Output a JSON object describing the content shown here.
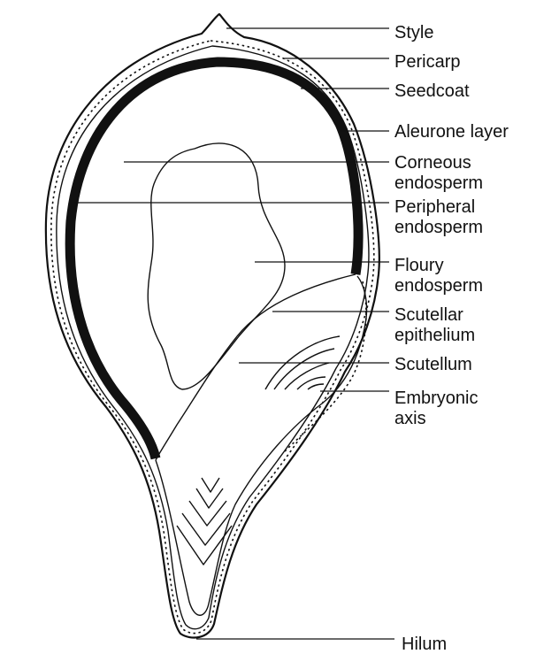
{
  "labels": {
    "style": "Style",
    "pericarp": "Pericarp",
    "seedcoat": "Seedcoat",
    "aleurone": "Aleurone layer",
    "corneous_1": "Corneous",
    "corneous_2": "endosperm",
    "peripheral_1": "Peripheral",
    "peripheral_2": "endosperm",
    "floury_1": "Floury",
    "floury_2": "endosperm",
    "scutellar_1": "Scutellar",
    "scutellar_2": "epithelium",
    "scutellum": "Scutellum",
    "embryonic_1": "Embryonic",
    "embryonic_2": "axis",
    "hilum": "Hilum"
  }
}
